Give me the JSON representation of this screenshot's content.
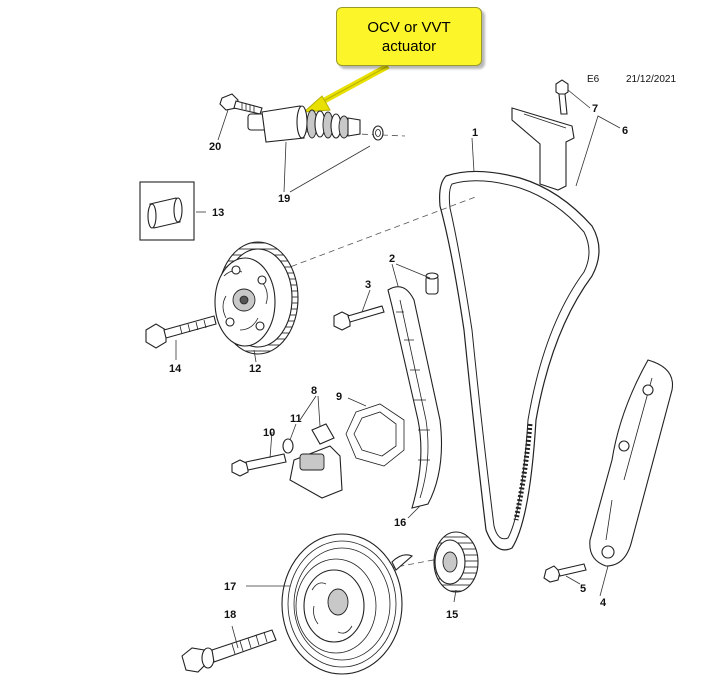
{
  "header": {
    "code": "E6",
    "date": "21/12/2021"
  },
  "callout": {
    "line1": "OCV or VVT",
    "line2": "actuator"
  },
  "parts": {
    "p1": "1",
    "p2": "2",
    "p3": "3",
    "p4": "4",
    "p5": "5",
    "p6": "6",
    "p7": "7",
    "p8": "8",
    "p9": "9",
    "p10": "10",
    "p11": "11",
    "p12": "12",
    "p13": "13",
    "p14": "14",
    "p15": "15",
    "p16": "16",
    "p17": "17",
    "p18": "18",
    "p19": "19",
    "p20": "20"
  },
  "colors": {
    "callout_fill": "#fbf52a",
    "arrow": "#e8e000"
  }
}
